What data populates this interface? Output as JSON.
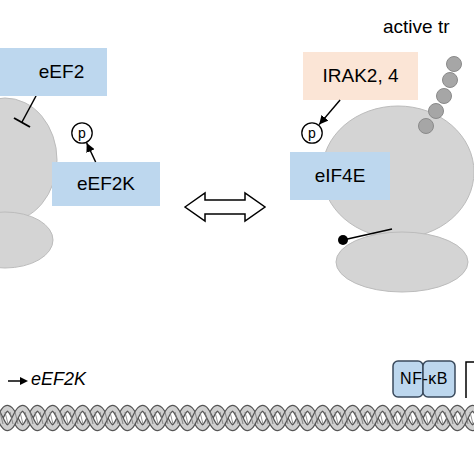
{
  "diagram": {
    "nodes": [
      {
        "text": [
          "eEF2"
        ]
      },
      {
        "text": [
          "p"
        ]
      },
      {
        "text": [
          "eEF2K"
        ]
      },
      {
        "text": [
          "IRAK2, 4"
        ]
      },
      {
        "text": [
          "p"
        ]
      },
      {
        "text": [
          "eIF4E"
        ]
      },
      {
        "text": [
          "NF-κB"
        ]
      }
    ],
    "edges": [
      {
        "from": 2,
        "to": 1,
        "arrow": "to"
      },
      {
        "from": 3,
        "to": 4,
        "arrow": "to"
      }
    ],
    "labels": [
      "active tr",
      "eEF2K"
    ]
  }
}
